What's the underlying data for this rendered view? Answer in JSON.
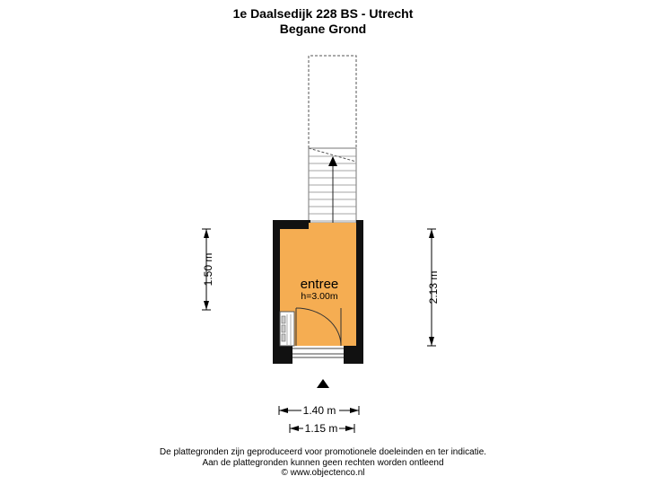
{
  "header": {
    "address": "1e Daalsedijk 228 BS - Utrecht",
    "floor": "Begane Grond"
  },
  "room": {
    "name": "entree",
    "height": "h=3.00m",
    "fill_color": "#f5ad52"
  },
  "dimensions": {
    "left_vertical": "1.50 m",
    "right_vertical": "2.13 m",
    "bottom_outer": "1.40 m",
    "bottom_inner": "1.15 m"
  },
  "footer": {
    "line1": "De plattegronden zijn geproduceerd voor promotionele doeleinden en ter indicatie.",
    "line2": "Aan de plattegronden kunnen geen rechten worden ontleend",
    "line3": "© www.objectenco.nl"
  }
}
